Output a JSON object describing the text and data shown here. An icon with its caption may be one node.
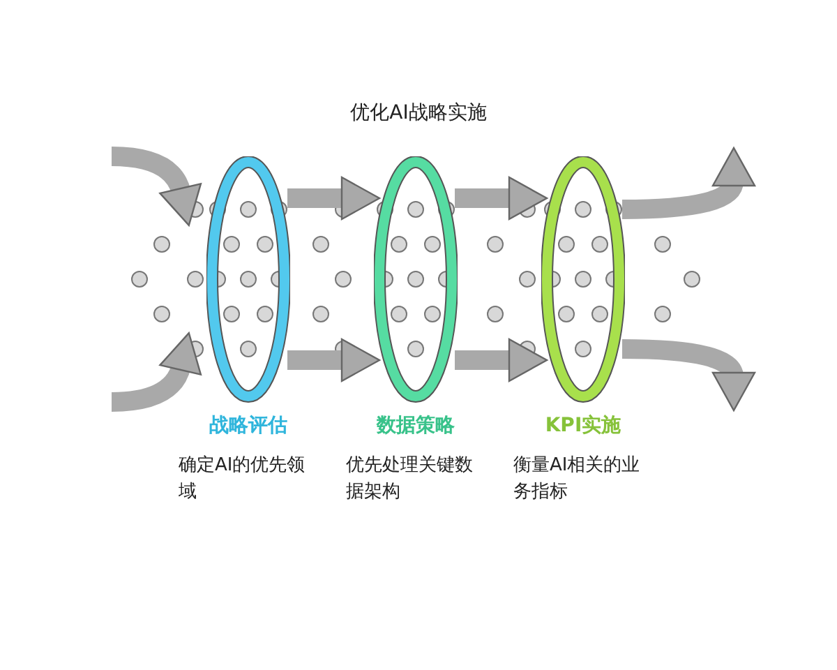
{
  "diagram": {
    "title": "优化AI战略实施",
    "nodes": [
      {
        "text": [
          "战略评估",
          "确定AI的优先领域"
        ]
      },
      {
        "text": [
          "数据策略",
          "优先处理关键数据架构"
        ]
      },
      {
        "text": [
          "KPI实施",
          "衡量AI相关的业务指标"
        ]
      }
    ],
    "edges": [
      {
        "from": null,
        "to": 0,
        "arrow": "to"
      },
      {
        "from": null,
        "to": 0,
        "arrow": "to"
      },
      {
        "from": 0,
        "to": 1,
        "arrow": "to"
      },
      {
        "from": 0,
        "to": 1,
        "arrow": "to"
      },
      {
        "from": 1,
        "to": 2,
        "arrow": "to"
      },
      {
        "from": 1,
        "to": 2,
        "arrow": "to"
      },
      {
        "from": 2,
        "to": null,
        "arrow": "to"
      },
      {
        "from": 2,
        "to": null,
        "arrow": "to"
      }
    ]
  }
}
